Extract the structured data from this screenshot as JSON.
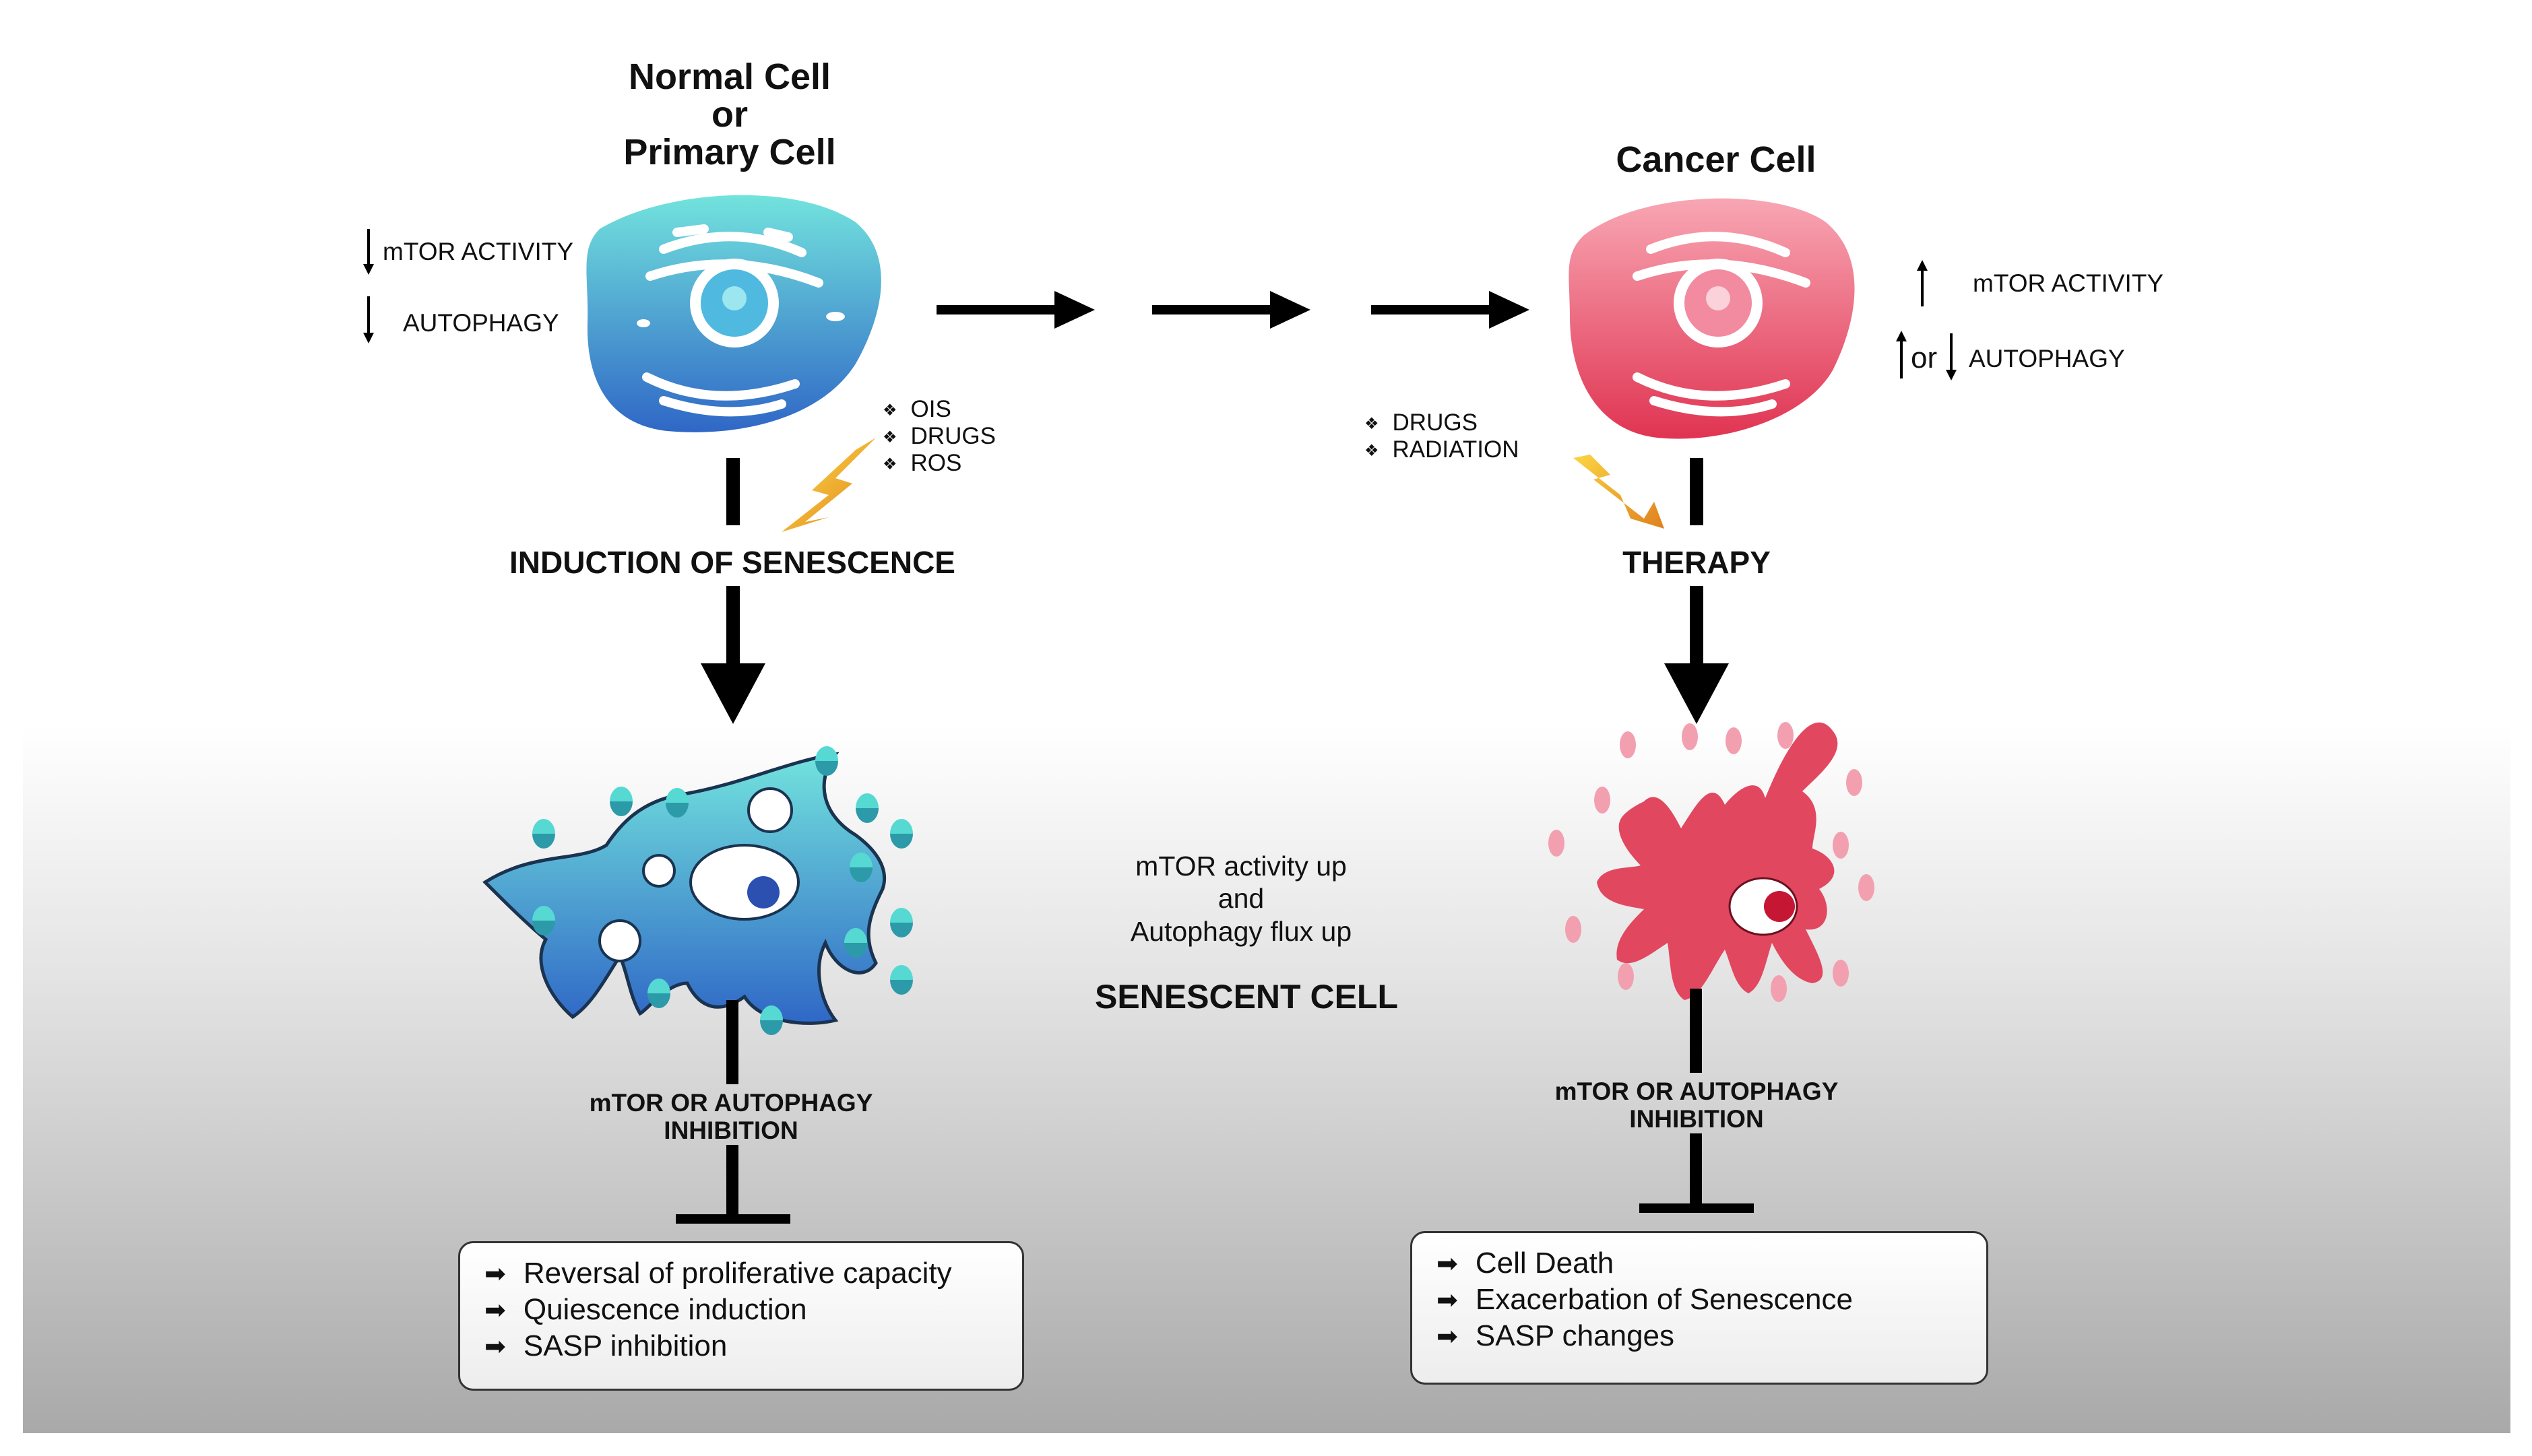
{
  "normal": {
    "title_lines": [
      "Normal Cell",
      "or",
      "Primary Cell"
    ],
    "mtor_label": "mTOR ACTIVITY",
    "autophagy_label": "AUTOPHAGY",
    "stressors": [
      "OIS",
      "DRUGS",
      "ROS"
    ],
    "stage_label": "INDUCTION OF SENESCENCE",
    "inhibition_lines": [
      "mTOR OR AUTOPHAGY",
      "INHIBITION"
    ],
    "outcomes": [
      "Reversal of proliferative capacity",
      "Quiescence induction",
      "SASP inhibition"
    ],
    "colors": {
      "cell_top": "#6fe0dc",
      "cell_bottom": "#2e66c4"
    }
  },
  "cancer": {
    "title": "Cancer Cell",
    "mtor_label": "mTOR ACTIVITY",
    "or_label": "or",
    "autophagy_label": "AUTOPHAGY",
    "stressors": [
      "DRUGS",
      "RADIATION"
    ],
    "stage_label": "THERAPY",
    "inhibition_lines": [
      "mTOR OR AUTOPHAGY",
      "INHIBITION"
    ],
    "outcomes": [
      "Cell Death",
      "Exacerbation of Senescence",
      "SASP changes"
    ],
    "colors": {
      "cell_top": "#f59aa8",
      "cell_bottom": "#e23a56"
    }
  },
  "middle": {
    "note_lines": [
      "mTOR activity up",
      "and",
      "Autophagy  flux up"
    ],
    "senescent_label": "SENESCENT CELL"
  },
  "icons": [
    "down-arrow-icon",
    "up-arrow-icon",
    "lightning-bolt-icon",
    "right-arrow-icon",
    "diamond-bullet-icon",
    "block-end-icon"
  ]
}
